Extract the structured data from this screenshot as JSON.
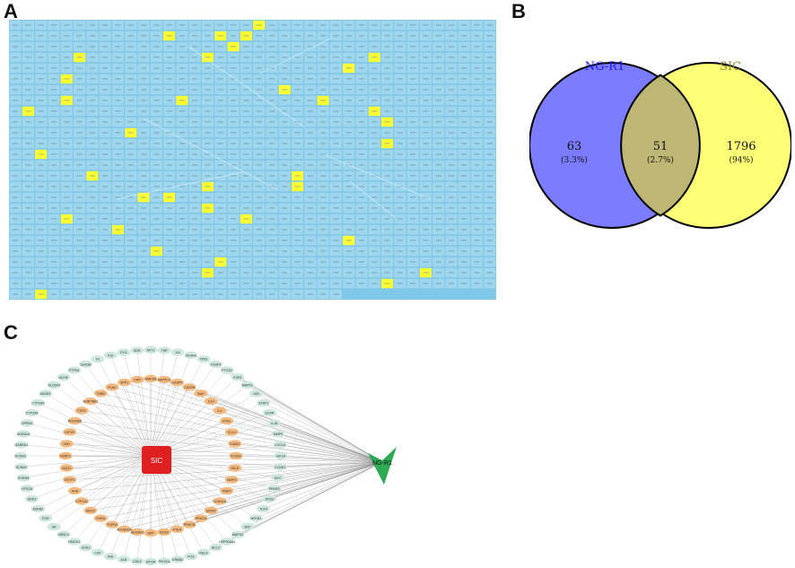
{
  "panels": {
    "a": "A",
    "b": "B",
    "c": "C"
  },
  "colors": {
    "grid_bg": "#7fc8e8",
    "cell": "#9fd6ee",
    "highlight": "#ffff33",
    "venn_left": "#7b7cff",
    "venn_right": "#ffff77",
    "venn_overlap": "#bdb674",
    "venn_left_label": "#1a1aff",
    "venn_right_label": "#8a8a2a",
    "outer_node": "#cfe8df",
    "inner_node": "#f4b97f",
    "hub_sic": "#e02020",
    "hub_ngr1": "#2eaa55",
    "edge": "#888888"
  },
  "grid": {
    "rows": 26,
    "cols": 38,
    "last_row_cells": 26,
    "highlight_cells": [
      [
        0,
        19
      ],
      [
        1,
        12
      ],
      [
        1,
        16
      ],
      [
        1,
        18
      ],
      [
        2,
        17
      ],
      [
        3,
        5
      ],
      [
        3,
        15
      ],
      [
        3,
        28
      ],
      [
        4,
        26
      ],
      [
        5,
        4
      ],
      [
        6,
        21
      ],
      [
        7,
        4
      ],
      [
        7,
        13
      ],
      [
        7,
        24
      ],
      [
        8,
        1
      ],
      [
        8,
        28
      ],
      [
        9,
        29
      ],
      [
        10,
        9
      ],
      [
        11,
        29
      ],
      [
        12,
        2
      ],
      [
        14,
        6
      ],
      [
        14,
        22
      ],
      [
        15,
        15
      ],
      [
        15,
        22
      ],
      [
        16,
        10
      ],
      [
        16,
        12
      ],
      [
        17,
        15
      ],
      [
        18,
        4
      ],
      [
        18,
        18
      ],
      [
        19,
        8
      ],
      [
        20,
        26
      ],
      [
        21,
        11
      ],
      [
        22,
        16
      ],
      [
        23,
        15
      ],
      [
        23,
        32
      ],
      [
        24,
        29
      ],
      [
        25,
        2
      ]
    ]
  },
  "venn": {
    "left_title": "NG-R1",
    "right_title": "SIC",
    "left_count": "63",
    "left_pct": "(3.3%)",
    "overlap_count": "51",
    "overlap_pct": "(2.7%)",
    "right_count": "1796",
    "right_pct": "(94%)"
  },
  "network": {
    "hub_left_label": "SIC",
    "hub_right_label": "NG-R1",
    "outer_nodes": [
      "AKT1",
      "TNF",
      "IL6",
      "VEGFA",
      "TP53",
      "CASP3",
      "PTGS2",
      "ESR1",
      "MAPK1",
      "JUN",
      "STAT3",
      "EGFR",
      "IL1B",
      "MMP9",
      "CXCL8",
      "HIF1A",
      "CCND1",
      "MYC",
      "PPARG",
      "NOS2",
      "TLR4",
      "NFKB1",
      "SRC",
      "MAPK3",
      "HSP90AA1",
      "BCL2",
      "RELA",
      "FOS",
      "ERBB2",
      "PIK3CA",
      "MTOR",
      "CDK2",
      "ALB",
      "INS",
      "CAT",
      "SOD1",
      "HMOX1",
      "NR3C1",
      "AR",
      "PGR",
      "ADRB2",
      "DRD2",
      "HTR2A",
      "CHRM1",
      "SCN5A",
      "KCNH2",
      "GABRA1",
      "ADRA1A",
      "OPRM1",
      "CYP3A4",
      "CYP2D6",
      "ABCB1",
      "SLC6A4",
      "ACHE",
      "PTPN1",
      "GSK3B",
      "F2",
      "F10",
      "PLG",
      "KDR"
    ],
    "inner_nodes": [
      "MAPK8",
      "MAPK14",
      "CASP9",
      "CASP8",
      "BAX",
      "IL10",
      "IL4",
      "IFNG",
      "CCL2",
      "ICAM1",
      "VCAM1",
      "SELE",
      "MMP2",
      "TIMP1",
      "CDKN1A",
      "MDM2",
      "PRKCA",
      "PRKCB",
      "PTEN",
      "NOS3",
      "APP",
      "ADORA1",
      "ADORA2A",
      "TOP2A",
      "RXRA",
      "NR1I2",
      "CYP1A1",
      "AHR",
      "GSTP1",
      "NQO1",
      "PARP1",
      "XDH",
      "IGF1R",
      "PDGFRB",
      "FGF2",
      "SERPINE1",
      "THBD",
      "PLAU",
      "SPP1",
      "CRP"
    ]
  }
}
